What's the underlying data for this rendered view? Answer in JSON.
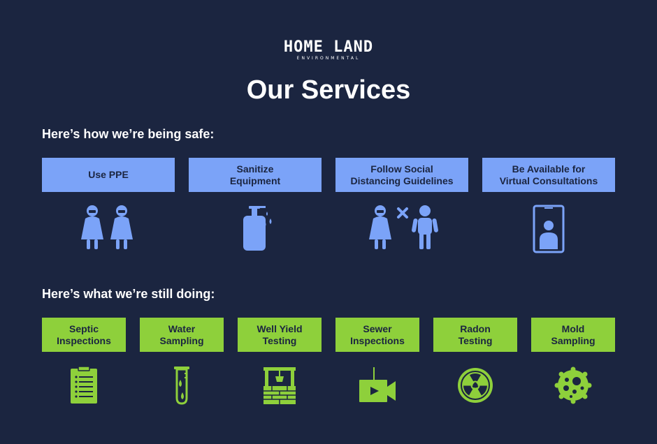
{
  "logo": {
    "main": "HOME LAND",
    "sub": "ENVIRONMENTAL"
  },
  "title": "Our Services",
  "colors": {
    "background": "#1b2540",
    "safe_accent": "#7ba3f8",
    "doing_accent": "#8ed03b"
  },
  "safe": {
    "heading": "Here’s how we’re being safe:",
    "items": [
      {
        "label": "Use PPE",
        "icon": "ppe-people-icon"
      },
      {
        "label": "Sanitize\nEquipment",
        "icon": "sanitizer-bottle-icon"
      },
      {
        "label": "Follow Social\nDistancing Guidelines",
        "icon": "social-distancing-icon"
      },
      {
        "label": "Be Available for\nVirtual Consultations",
        "icon": "video-call-phone-icon"
      }
    ]
  },
  "doing": {
    "heading": "Here’s what we’re still doing:",
    "items": [
      {
        "label": "Septic\nInspections",
        "icon": "clipboard-icon"
      },
      {
        "label": "Water\nSampling",
        "icon": "test-tube-icon"
      },
      {
        "label": "Well Yield\nTesting",
        "icon": "water-well-icon"
      },
      {
        "label": "Sewer\nInspections",
        "icon": "video-camera-icon"
      },
      {
        "label": "Radon\nTesting",
        "icon": "radiation-icon"
      },
      {
        "label": "Mold\nSampling",
        "icon": "mold-spore-icon"
      }
    ]
  }
}
